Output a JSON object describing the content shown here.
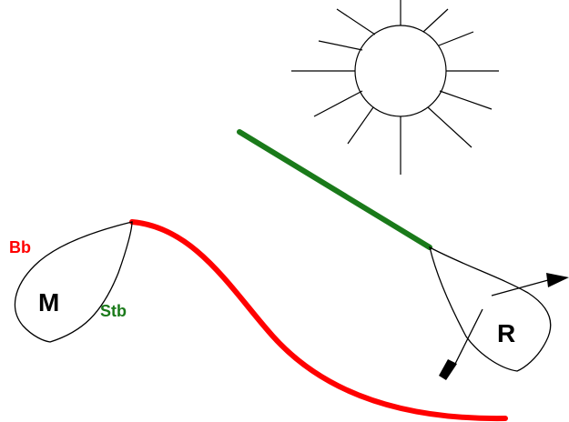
{
  "labels": {
    "boat_left": "M",
    "boat_right": "R",
    "port_side": "Bb",
    "starboard_side": "Stb"
  },
  "colors": {
    "port": "#ff0000",
    "starboard": "#1a7a1a",
    "outline": "#000000",
    "background": "#ffffff"
  }
}
